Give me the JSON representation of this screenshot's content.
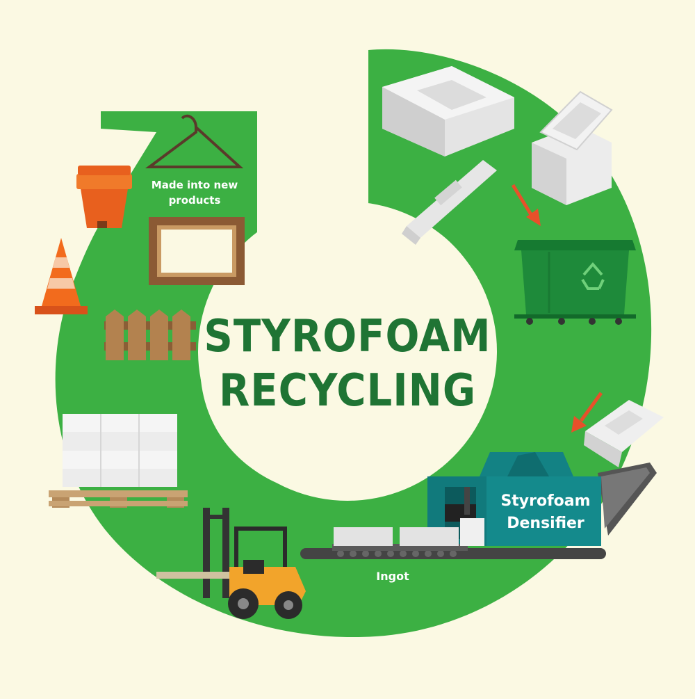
{
  "title": {
    "line1": "STYROFOAM",
    "line2": "RECYCLING"
  },
  "labels": {
    "products": "Made into new products",
    "densifier_line1": "Styrofoam",
    "densifier_line2": "Densifier",
    "ingot": "Ingot"
  },
  "colors": {
    "background": "#fbf9e3",
    "ring": "#3cb043",
    "title": "#1f7434",
    "dumpster": "#1e8a3a",
    "densifier": "#148a8c",
    "arrow": "#e8502a",
    "cone": "#f26b1d",
    "wood": "#a9784a",
    "forklift": "#f2a42b"
  },
  "icons": [
    "recycle-icon"
  ]
}
